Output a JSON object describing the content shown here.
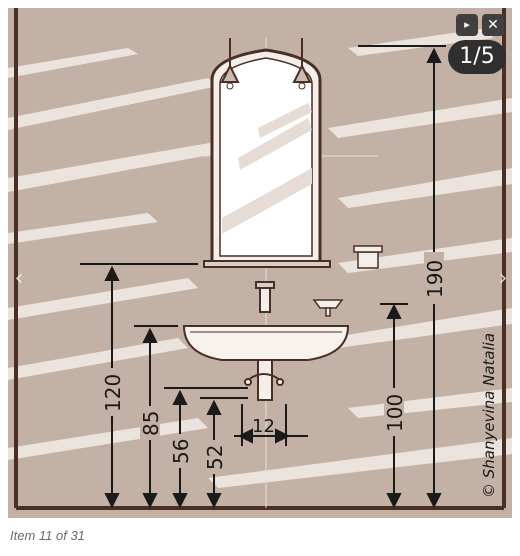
{
  "viewer": {
    "counter": "1/5",
    "play_icon": "▸",
    "close_icon": "✕",
    "prev_icon": "‹",
    "next_icon": "›"
  },
  "illustration": {
    "dimensions": {
      "d190": "190",
      "d120": "120",
      "d100": "100",
      "d85": "85",
      "d56": "56",
      "d52": "52",
      "d12": "12"
    },
    "signature": "© Shanyevina Natalia"
  },
  "caption": "Item 11 of 31",
  "colors": {
    "wall": "#c3b1a6",
    "line": "#4a2f25",
    "white_streak": "#f2ece7"
  }
}
